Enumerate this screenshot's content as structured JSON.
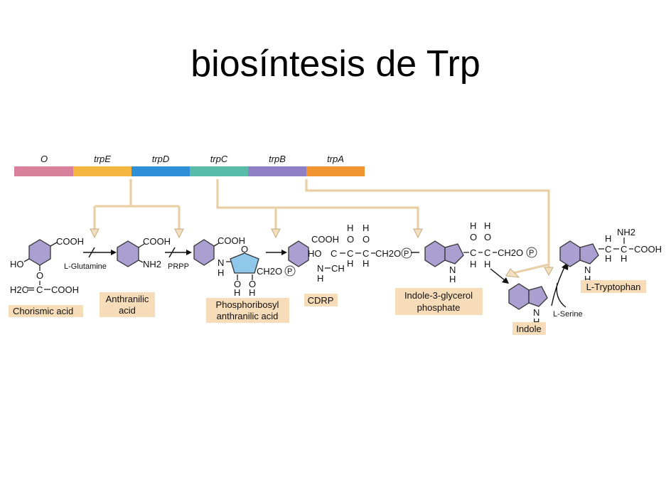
{
  "title": "biosíntesis de Trp",
  "operon": {
    "genes": [
      {
        "name": "O",
        "color": "#d9809d"
      },
      {
        "name": "trpE",
        "color": "#f4b63f"
      },
      {
        "name": "trpD",
        "color": "#2f90d8"
      },
      {
        "name": "trpC",
        "color": "#58bca8"
      },
      {
        "name": "trpB",
        "color": "#8f7fc4"
      },
      {
        "name": "trpA",
        "color": "#f29431"
      }
    ]
  },
  "compounds": {
    "chorismic": "Chorismic acid",
    "anthranilic_1": "Anthranilic",
    "anthranilic_2": "acid",
    "prAnth_1": "Phosphoribosyl",
    "prAnth_2": "anthranilic acid",
    "cdrp": "CDRP",
    "igp_1": "Indole-3-glycerol",
    "igp_2": "phosphate",
    "indole": "Indole",
    "tryptophan": "L-Tryptophan"
  },
  "cosubstrates": {
    "glutamine": "L-Glutamine",
    "prpp": "PRPP",
    "serine": "L-Serine"
  },
  "atoms": {
    "cooh": "COOH",
    "ho": "HO",
    "o": "O",
    "h": "H",
    "n": "N",
    "c": "C",
    "nh2": "NH2",
    "ch2o": "CH2O",
    "p": "P",
    "h2c": "H2C",
    "ch": "CH"
  },
  "colors": {
    "ring": "#a99fd0",
    "ribose": "#8fc8ea",
    "caption_box": "#f6dcb9",
    "flow_arrow": "#e8cfa6"
  }
}
